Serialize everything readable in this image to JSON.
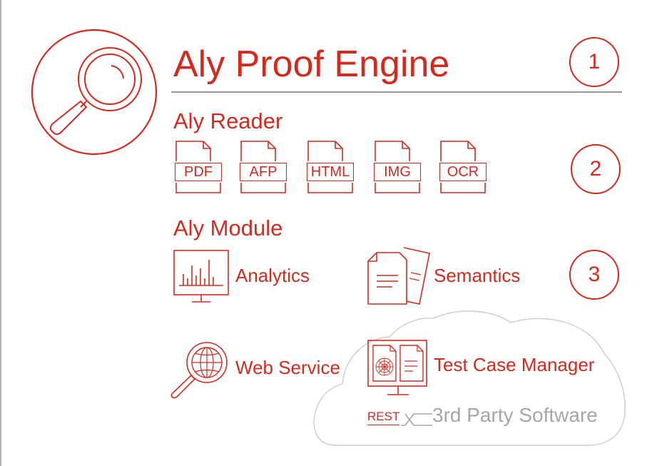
{
  "header": {
    "title": "Aly Proof Engine",
    "step": "1"
  },
  "reader": {
    "heading": "Aly Reader",
    "step": "2",
    "formats": [
      "PDF",
      "AFP",
      "HTML",
      "IMG",
      "OCR"
    ]
  },
  "module": {
    "heading": "Aly Module",
    "step": "3",
    "analytics_label": "Analytics",
    "semantics_label": "Semantics"
  },
  "services": {
    "web_service_label": "Web Service",
    "test_case_manager_label": "Test Case Manager",
    "rest_label": "REST",
    "third_party_label": "3rd Party Software"
  },
  "colors": {
    "accent": "#d42a1e",
    "rule": "#9a9a9a",
    "cloud": "#c8c8c8",
    "muted_text": "#a6a6a6"
  },
  "icons": {
    "logo": "magnifier-icon",
    "document": "document-icon",
    "analytics": "monitor-bar-chart-icon",
    "semantics": "documents-icon",
    "web_service": "magnifier-globe-icon",
    "test_case_manager": "monitor-documents-icon",
    "rest": "connector-icon",
    "cloud": "cloud-icon"
  }
}
